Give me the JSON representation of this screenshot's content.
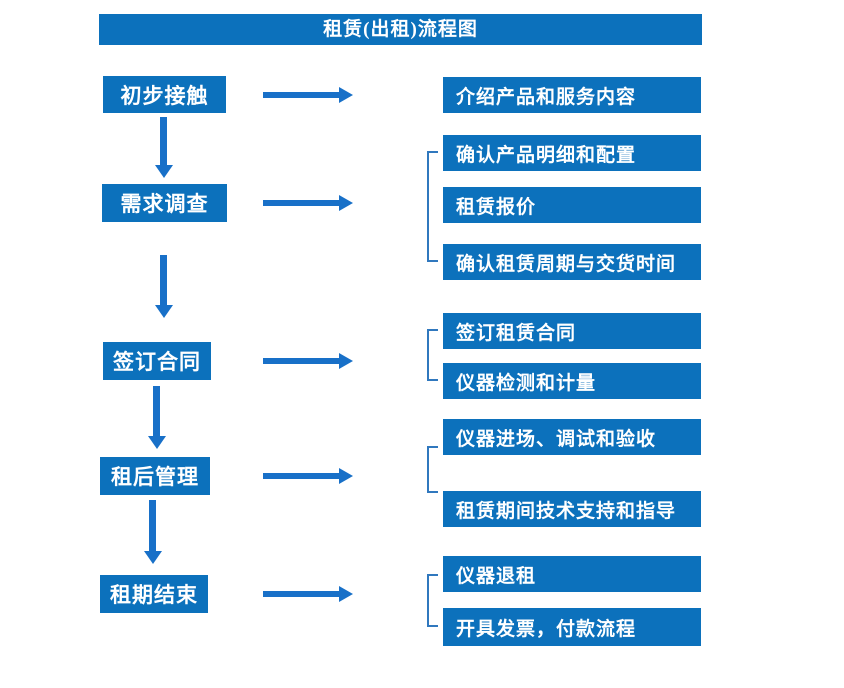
{
  "title": "租赁(出租)流程图",
  "colors": {
    "box_blue": "#0c71bc",
    "arrow_blue": "#1870c8",
    "bracket_blue": "#3078be",
    "text_white": "#ffffff",
    "background": "#ffffff"
  },
  "stages": [
    {
      "label": "初步接触",
      "outputs": [
        "介绍产品和服务内容"
      ]
    },
    {
      "label": "需求调查",
      "outputs": [
        "确认产品明细和配置",
        "租赁报价",
        "确认租赁周期与交货时间"
      ]
    },
    {
      "label": "签订合同",
      "outputs": [
        "签订租赁合同",
        "仪器检测和计量"
      ]
    },
    {
      "label": "租后管理",
      "outputs": [
        "仪器进场、调试和验收",
        "租赁期间技术支持和指导"
      ]
    },
    {
      "label": "租期结束",
      "outputs": [
        "仪器退租",
        "开具发票，付款流程"
      ]
    }
  ]
}
